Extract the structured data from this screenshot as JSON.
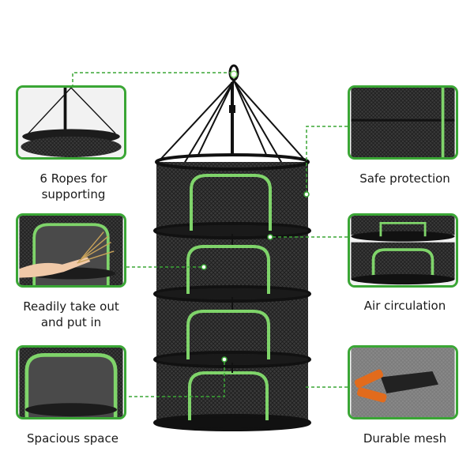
{
  "features": {
    "ropes": "6 Ropes for supporting",
    "safe": "Safe protection",
    "take_line1": "Readily take out",
    "take_line2": "and put in",
    "air": "Air circulation",
    "space": "Spacious space",
    "mesh": "Durable mesh"
  },
  "colors": {
    "accent_green": "#3aa635",
    "zipper_green": "#7fd46a",
    "mesh_dark": "#2b2b2b",
    "ring_black": "#111111"
  },
  "icons": {
    "product": "hanging-drying-net-illustration"
  }
}
